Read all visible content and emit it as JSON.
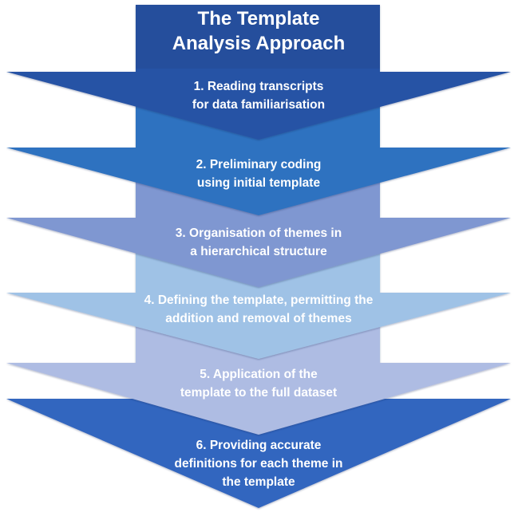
{
  "title": {
    "lines": [
      "The Template",
      "Analysis Approach"
    ]
  },
  "colors": {
    "title_box": "#254e9c",
    "step1": "#2553a5",
    "step2": "#2d72c0",
    "step3": "#7f97d1",
    "step4": "#9fc2e6",
    "step5": "#aebce3",
    "step6": "#3366bf",
    "outline": "#6f93cf",
    "text": "#ffffff"
  },
  "steps": [
    {
      "number": 1,
      "lines": [
        "1. Reading transcripts",
        "for data familiarisation"
      ]
    },
    {
      "number": 2,
      "lines": [
        "2. Preliminary coding",
        "using initial template"
      ]
    },
    {
      "number": 3,
      "lines": [
        "3. Organisation of themes in",
        "a hierarchical structure"
      ]
    },
    {
      "number": 4,
      "lines": [
        "4. Defining the template, permitting the",
        "addition and removal of themes"
      ]
    },
    {
      "number": 5,
      "lines": [
        "5. Application of the",
        "template to the full dataset"
      ]
    },
    {
      "number": 6,
      "lines": [
        "6. Providing accurate",
        "definitions for each theme in",
        "the template"
      ]
    }
  ]
}
